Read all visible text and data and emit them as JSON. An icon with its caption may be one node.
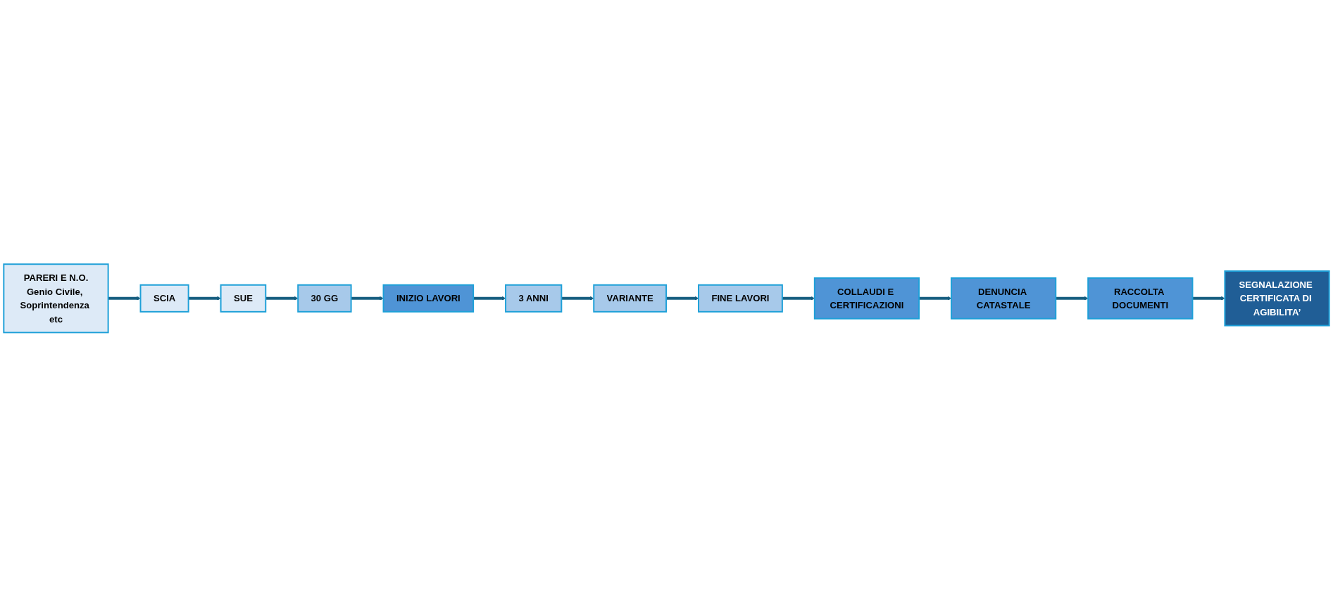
{
  "diagram": {
    "nodes": [
      {
        "text": [
          "PARERI E N.O.",
          "Genio Civile, Soprintendenza etc"
        ]
      },
      {
        "text": [
          "SCIA"
        ]
      },
      {
        "text": [
          "SUE"
        ]
      },
      {
        "text": [
          "30 GG"
        ]
      },
      {
        "text": [
          "INIZIO LAVORI"
        ]
      },
      {
        "text": [
          "3 ANNI"
        ]
      },
      {
        "text": [
          "VARIANTE"
        ]
      },
      {
        "text": [
          "FINE LAVORI"
        ]
      },
      {
        "text": [
          "COLLAUDI E CERTIFICAZIONI"
        ]
      },
      {
        "text": [
          "DENUNCIA CATASTALE"
        ]
      },
      {
        "text": [
          "RACCOLTA DOCUMENTI"
        ]
      },
      {
        "text": [
          "SEGNALAZIONE CERTIFICATA DI AGIBILITA’"
        ]
      }
    ],
    "edges": [
      {
        "from": 0,
        "to": 1,
        "arrow": "to"
      },
      {
        "from": 1,
        "to": 2,
        "arrow": "to"
      },
      {
        "from": 2,
        "to": 3,
        "arrow": "to"
      },
      {
        "from": 3,
        "to": 4,
        "arrow": "to"
      },
      {
        "from": 4,
        "to": 5,
        "arrow": "to"
      },
      {
        "from": 5,
        "to": 6,
        "arrow": "to"
      },
      {
        "from": 6,
        "to": 7,
        "arrow": "to"
      },
      {
        "from": 7,
        "to": 8,
        "arrow": "to"
      },
      {
        "from": 8,
        "to": 9,
        "arrow": "to"
      },
      {
        "from": 9,
        "to": 10,
        "arrow": "to"
      },
      {
        "from": 10,
        "to": 11,
        "arrow": "to"
      }
    ]
  }
}
